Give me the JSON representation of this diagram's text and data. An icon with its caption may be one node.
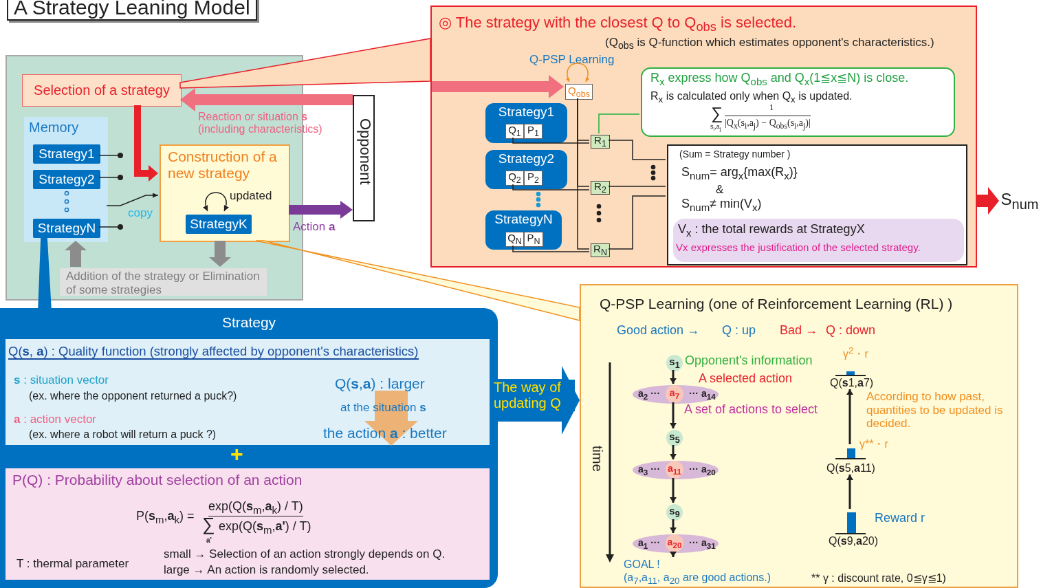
{
  "diagram": {
    "title": "A Strategy Leaning Model",
    "nodes": [
      {
        "text": [],
        "shape": "box"
      },
      {
        "text": [
          "Selection of a strategy"
        ],
        "in": 0
      },
      {
        "text": [
          "Memory"
        ],
        "in": 0
      },
      {
        "text": [
          "Strategy1"
        ],
        "in": 2
      },
      {
        "text": [
          "Strategy2"
        ],
        "in": 2
      },
      {
        "text": [
          "StrategyN"
        ],
        "in": 2
      },
      {
        "text": [
          "Construction of a new strategy"
        ],
        "in": 0
      },
      {
        "text": [
          "StrategyK"
        ],
        "in": 6
      },
      {
        "text": [
          "Addition of the strategy or Elimination of some strategies"
        ],
        "in": 0
      },
      {
        "text": [
          "Opponent"
        ]
      },
      {
        "text": [
          "◎ The strategy with the closest Q to Q$_{obs}$ is selected.",
          "(Q$_{obs}$ is Q-function which estimates opponent's characteristics.)"
        ]
      },
      {
        "text": [
          "Q$_{obs}$"
        ],
        "beside": [
          "Q-PSP Learning"
        ],
        "in": 10
      },
      {
        "text": [
          "R$_{x}$ express how Q$_{obs}$ and Q$_{x}$(1≦x≦N) is close.",
          "R$_{x}$ is calculated only when Q$_{x}$ is updated.",
          "∑",
          "s$_{i}$,a$_{j}$",
          "1",
          "|Q$_{x}$(s$_{i}$,a$_{j}$) − Q$_{obs}$(s$_{i}$,a$_{j}$)|"
        ],
        "in": 10
      },
      {
        "text": [
          "Strategy1"
        ],
        "in": 10
      },
      {
        "text": [
          "Q$_{1}$"
        ],
        "in": 13
      },
      {
        "text": [
          "P$_{1}$"
        ],
        "in": 13
      },
      {
        "text": [
          "Strategy2"
        ],
        "in": 10
      },
      {
        "text": [
          "Q$_{2}$"
        ],
        "in": 16
      },
      {
        "text": [
          "P$_{2}$"
        ],
        "in": 16
      },
      {
        "text": [
          "StrategyN"
        ],
        "in": 10
      },
      {
        "text": [
          "Q$_{N}$"
        ],
        "in": 19
      },
      {
        "text": [
          "P$_{N}$"
        ],
        "in": 19
      },
      {
        "text": [
          "R$_{1}$"
        ],
        "in": 10
      },
      {
        "text": [
          "R$_{2}$"
        ],
        "in": 10
      },
      {
        "text": [
          "R$_{N}$"
        ],
        "in": 10
      },
      {
        "text": [
          "(Sum = Strategy number )",
          "S$_{num}$= arg$_{x}${max(R$_{x}$)}",
          "&",
          "S$_{num}$≠ min(V$_{x}$)"
        ],
        "in": 10
      },
      {
        "text": [
          "V$_{x}$ : the total rewards at StrategyX",
          "Vx expresses the justification of the selected strategy."
        ],
        "in": 25
      },
      {
        "text": [
          "S$_{num}$"
        ]
      },
      {
        "text": [
          "Strategy"
        ]
      },
      {
        "text": [
          "Q(**s**, **a**) : Quality function (strongly affected by opponent's characteristics)",
          "**s** : situation vector",
          "(ex. where the opponent returned a puck?)",
          "**a** : action vector",
          "(ex. where a robot will return a puck ?)",
          "Q(**s**,**a**) : larger",
          "at the situation **s**",
          "the action **a** : better"
        ],
        "in": 28
      },
      {
        "text": [
          "P(Q) : Probability about selection of an action",
          "P(**s**$_{m}$,**a**$_{k}$) =",
          "exp(Q(**s**$_{m}$,**a**$_{k}$) / T)",
          "∑",
          "**a'**",
          "exp(Q(**s**$_{m}$,**a'**) / T)",
          "T : thermal parameter",
          "small → Selection of an action strongly depends on Q.",
          "large → An action is randomly selected."
        ],
        "in": 28
      },
      {
        "text": [
          "Q-PSP Learning (one of Reinforcement Learning (RL) )"
        ]
      },
      {
        "text": [
          "s$_{1}$"
        ],
        "beside": [
          "Opponent's information"
        ],
        "in": 31
      },
      {
        "text": [
          "a$_{2}$ ···",
          "··· a$_{14}$"
        ],
        "beside": [
          "A set of actions to select"
        ],
        "in": 31
      },
      {
        "text": [
          "a$_{7}$"
        ],
        "beside": [
          "A selected action"
        ],
        "in": 33
      },
      {
        "text": [
          "s$_{5}$"
        ],
        "in": 31
      },
      {
        "text": [
          "a$_{3}$ ···",
          "··· a$_{20}$"
        ],
        "in": 31
      },
      {
        "text": [
          "a$_{11}$"
        ],
        "in": 36
      },
      {
        "text": [
          "s$_{9}$"
        ],
        "in": 31
      },
      {
        "text": [
          "a$_{1}$ ···",
          "··· a$_{31}$"
        ],
        "in": 31
      },
      {
        "text": [
          "a$_{20}$"
        ],
        "in": 39
      },
      {
        "text": [
          "GOAL !",
          "(a$_{7}$,a$_{11}$, a$_{20}$ are good actions.)"
        ],
        "in": 31
      },
      {
        "text": [
          "Q(**s**1,**a**7)"
        ],
        "beside": [
          "γ$^{2}$・r"
        ],
        "in": 31
      },
      {
        "text": [
          "Q(**s**5,**a**11)"
        ],
        "beside": [
          "γ**・r"
        ],
        "in": 31
      },
      {
        "text": [
          "Q(**s**9,**a**20)"
        ],
        "beside": [
          "Reward r"
        ],
        "in": 31
      }
    ],
    "edges": [
      {
        "from": 1,
        "to": 10,
        "arrow": "none",
        "color": "#e8202a"
      },
      {
        "from": 9,
        "to": 1,
        "arrow": "to",
        "label": "Reaction or situation **s** (including characteristics)",
        "style": "thick",
        "color": "#f07080"
      },
      {
        "from": null,
        "to": 11,
        "arrow": "to",
        "style": "thick",
        "color": "#f07080"
      },
      {
        "from": 1,
        "to": 6,
        "arrow": "to",
        "style": "thick",
        "color": "#e8202a"
      },
      {
        "from": 3,
        "to": null,
        "arrow": "other"
      },
      {
        "from": 4,
        "to": null,
        "arrow": "other"
      },
      {
        "from": 5,
        "to": null,
        "arrow": "other"
      },
      {
        "from": 2,
        "to": 6,
        "arrow": "to",
        "label": "copy"
      },
      {
        "from": 7,
        "to": 7,
        "arrow": "both",
        "label": "updated"
      },
      {
        "from": 6,
        "to": 9,
        "arrow": "to",
        "label": "Action **a**",
        "style": "thick",
        "color": "#7a3a98"
      },
      {
        "from": 8,
        "to": 2,
        "arrow": "to",
        "style": "thick",
        "color": "#8c8c8c"
      },
      {
        "from": 6,
        "to": 8,
        "arrow": "to",
        "style": "thick",
        "color": "#8c8c8c"
      },
      {
        "from": 6,
        "to": 31,
        "arrow": "none",
        "color": "#f0901e"
      },
      {
        "from": 5,
        "to": 28,
        "arrow": "none",
        "color": "#0070c0"
      },
      {
        "from": 11,
        "to": 11,
        "arrow": "both",
        "color": "#f0901e"
      },
      {
        "from": 11,
        "to": 22,
        "arrow": "none"
      },
      {
        "from": 11,
        "to": 23,
        "arrow": "none"
      },
      {
        "from": 11,
        "to": 24,
        "arrow": "none"
      },
      {
        "from": 14,
        "to": 22,
        "arrow": "none"
      },
      {
        "from": 17,
        "to": 23,
        "arrow": "none"
      },
      {
        "from": 20,
        "to": 24,
        "arrow": "none"
      },
      {
        "from": 22,
        "to": 25,
        "arrow": "none"
      },
      {
        "from": 23,
        "to": 25,
        "arrow": "none"
      },
      {
        "from": 24,
        "to": 25,
        "arrow": "none"
      },
      {
        "from": 22,
        "to": 12,
        "arrow": "none",
        "color": "#20b040"
      },
      {
        "from": 10,
        "to": 27,
        "arrow": "to",
        "style": "thick",
        "color": "#e8202a"
      },
      {
        "from": 28,
        "to": 31,
        "arrow": "to",
        "label": "The way of updating Q",
        "style": "thick",
        "color": "#0070c0"
      },
      {
        "from": 32,
        "to": 33,
        "arrow": "to"
      },
      {
        "from": 33,
        "to": 35,
        "arrow": "to"
      },
      {
        "from": 35,
        "to": 36,
        "arrow": "to"
      },
      {
        "from": 36,
        "to": 38,
        "arrow": "to"
      },
      {
        "from": 38,
        "to": 39,
        "arrow": "to"
      },
      {
        "from": 39,
        "to": 41,
        "arrow": "to"
      },
      {
        "from": 44,
        "to": 43,
        "arrow": "to"
      },
      {
        "from": 43,
        "to": 42,
        "arrow": "to"
      }
    ],
    "labels": [
      "+",
      "Good action →",
      "Q : up",
      "Bad →",
      "Q : down",
      "time",
      "According to how past, quantities to be updated is decided.",
      "** γ : discount rate, 0≦γ≦1)"
    ]
  }
}
